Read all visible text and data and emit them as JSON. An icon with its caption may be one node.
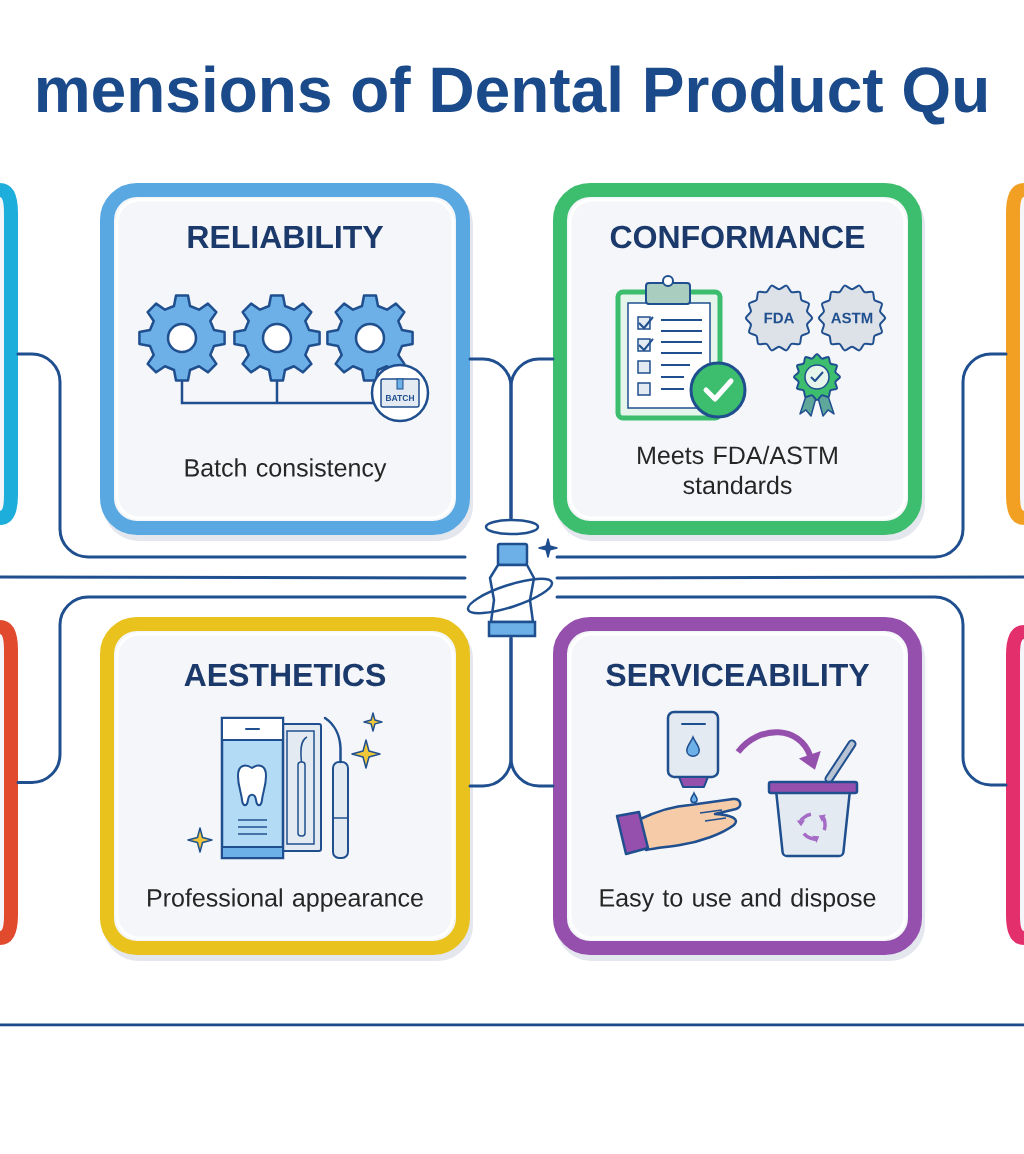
{
  "diagram": {
    "title": "mensions of Dental Product Qu",
    "nodes": [
      {
        "text": [],
        "shape": "box"
      },
      {
        "text": [
          "RELIABILITY",
          "Batch consistency"
        ]
      },
      {
        "text": [
          "CONFORMANCE",
          "Meets FDA/ASTM standards"
        ]
      },
      {
        "text": [],
        "shape": "box"
      },
      {
        "text": [],
        "shape": "picture"
      },
      {
        "text": [],
        "shape": "box"
      },
      {
        "text": [
          "AESTHETICS",
          "Professional appearance"
        ]
      },
      {
        "text": [
          "SERVICEABILITY",
          "Easy to use and dispose"
        ]
      },
      {
        "text": [],
        "shape": "box"
      }
    ],
    "edges": [
      {
        "from": 0,
        "to": 4,
        "arrow": "none"
      },
      {
        "from": 1,
        "to": 4,
        "arrow": "none"
      },
      {
        "from": 2,
        "to": 4,
        "arrow": "none"
      },
      {
        "from": 3,
        "to": 4,
        "arrow": "none"
      },
      {
        "from": null,
        "to": 4,
        "arrow": "none"
      },
      {
        "from": 4,
        "to": null,
        "arrow": "none"
      },
      {
        "from": 5,
        "to": 4,
        "arrow": "none"
      },
      {
        "from": 6,
        "to": 4,
        "arrow": "none"
      },
      {
        "from": 7,
        "to": 4,
        "arrow": "none"
      },
      {
        "from": 8,
        "to": 4,
        "arrow": "none"
      }
    ],
    "labels": [
      "BATCH",
      "FDA",
      "ASTM"
    ]
  }
}
